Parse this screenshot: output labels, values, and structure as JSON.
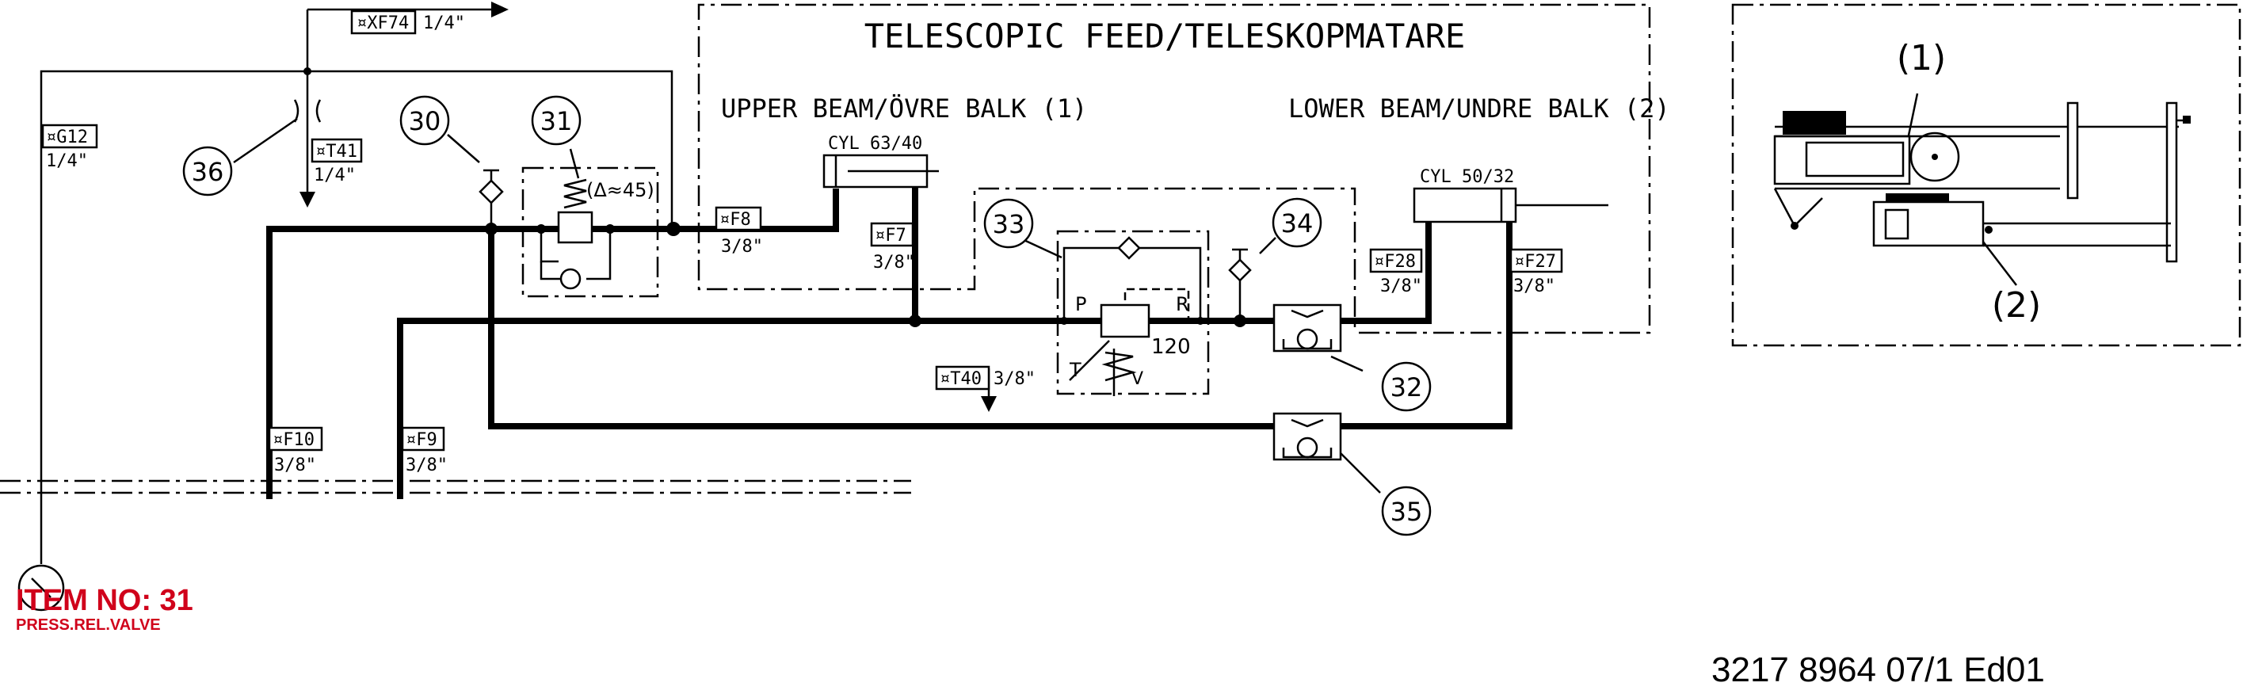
{
  "title": "TELESCOPIC FEED/TELESKOPMATARE",
  "upper_beam": "UPPER BEAM/ÖVRE BALK (1)",
  "lower_beam": "LOWER BEAM/UNDRE BALK (2)",
  "cylinders": {
    "upper": "CYL 63/40",
    "lower": "CYL 50/32"
  },
  "ports": [
    {
      "code": "¤XF74",
      "size": "1/4\""
    },
    {
      "code": "¤G12",
      "size": "1/4\""
    },
    {
      "code": "¤T41",
      "size": "1/4\""
    },
    {
      "code": "¤F8",
      "size": "3/8\""
    },
    {
      "code": "¤F7",
      "size": "3/8\""
    },
    {
      "code": "¤F28",
      "size": "3/8\""
    },
    {
      "code": "¤F27",
      "size": "3/8\""
    },
    {
      "code": "¤T40",
      "size": "3/8\""
    },
    {
      "code": "¤F10",
      "size": "3/8\""
    },
    {
      "code": "¤F9",
      "size": "3/8\""
    }
  ],
  "callouts": [
    "30",
    "31",
    "32",
    "33",
    "34",
    "35",
    "36"
  ],
  "valve_setting": "(Δ≈45)",
  "relief": {
    "p": "P",
    "r": "R",
    "t": "T",
    "v": "V",
    "setting": "120"
  },
  "overview_labels": [
    "(1)",
    "(2)"
  ],
  "item_no": "ITEM NO: 31",
  "item_desc": "PRESS.REL.VALVE",
  "drawing_no": "3217 8964 07/1  Ed01",
  "colors": {
    "line": "#000000",
    "item_label": "#d0021b"
  }
}
